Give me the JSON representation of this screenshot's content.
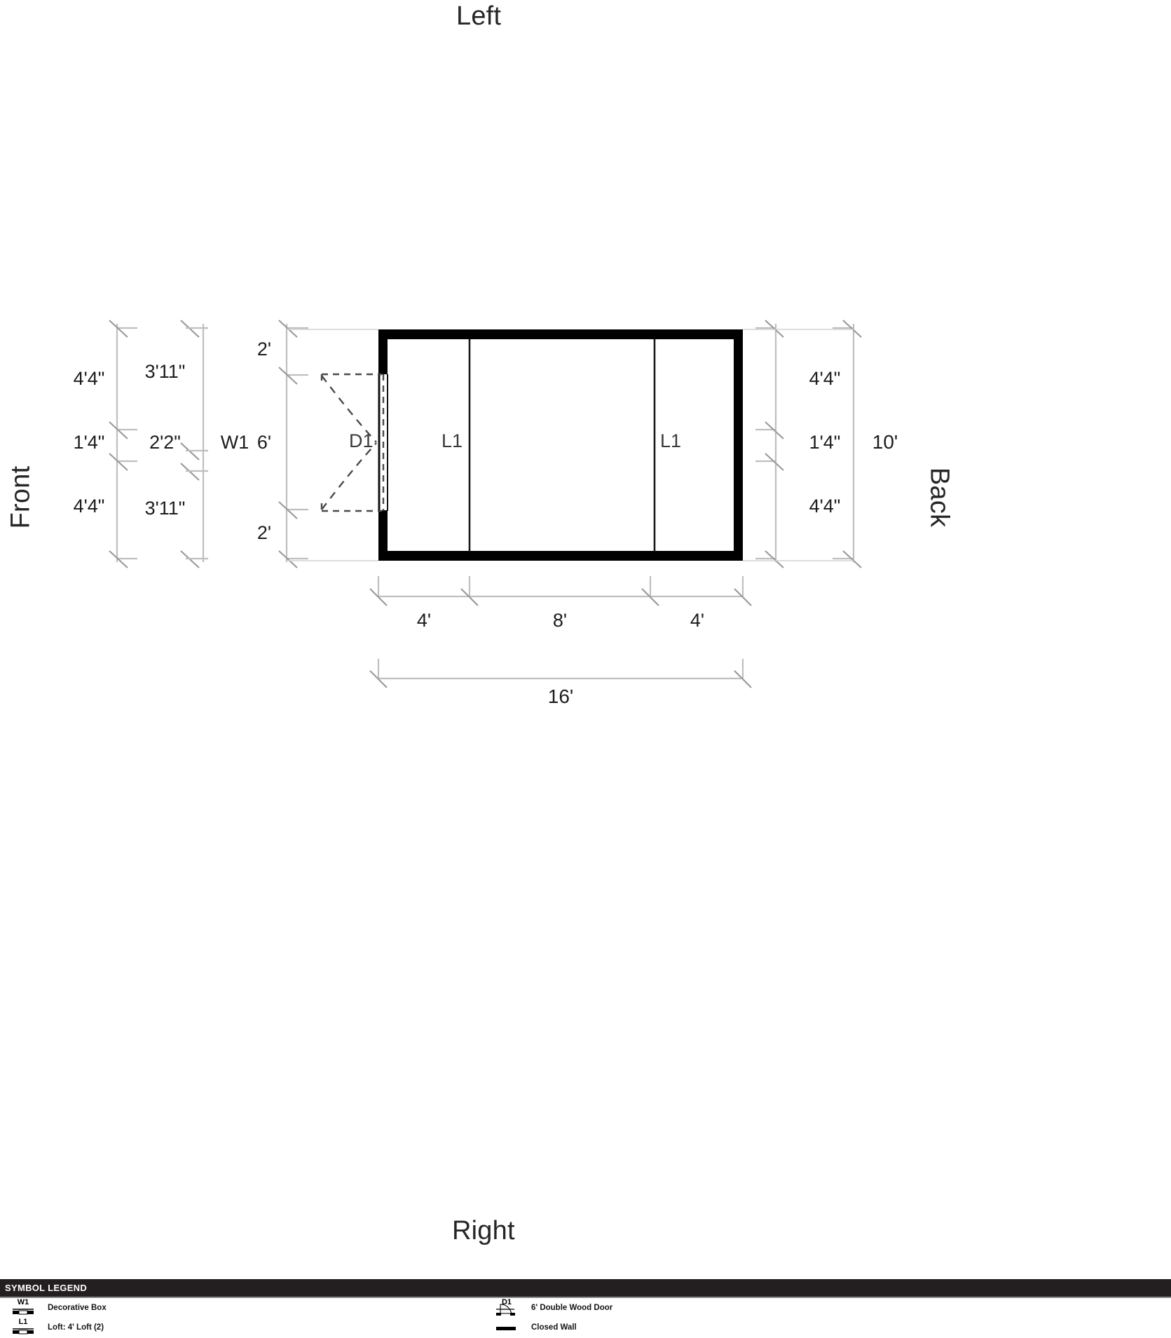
{
  "drawing": {
    "type": "floor-plan",
    "orientation": {
      "top": "Left",
      "bottom": "Right",
      "left": "Front",
      "right": "Back"
    },
    "structure": {
      "overall_width": "16'",
      "overall_depth": "10'"
    },
    "dimensions": {
      "front_outer_chain": [
        "4'4\"",
        "1'4\"",
        "4'4\""
      ],
      "front_inner_chain": [
        "3'11\"",
        "2'2\"",
        "3'11\""
      ],
      "door_chain": [
        "2'",
        "6'",
        "2'"
      ],
      "door_chain_tag": "W1",
      "back_chain": [
        "4'4\"",
        "1'4\"",
        "4'4\""
      ],
      "back_overall": "10'",
      "bottom_chain": [
        "4'",
        "8'",
        "4'"
      ],
      "bottom_overall": "16'"
    },
    "tags": {
      "door": "D1",
      "loft_left": "L1",
      "loft_right": "L1"
    }
  },
  "legend": {
    "title": "SYMBOL LEGEND",
    "items_left": [
      {
        "code": "W1",
        "label": "Decorative Box",
        "symbol": "box-symbol"
      },
      {
        "code": "L1",
        "label": "Loft: 4' Loft (2)",
        "symbol": "box-symbol"
      }
    ],
    "items_right": [
      {
        "code": "D1",
        "label": "6' Double Wood Door",
        "symbol": "door-symbol"
      },
      {
        "code": "",
        "label": "Closed Wall",
        "symbol": "wall-symbol"
      }
    ]
  },
  "colors": {
    "wall": "#000000",
    "dimension_line": "#b8b8b8",
    "text": "#1c1c1c",
    "legend_bar": "#231f20"
  }
}
